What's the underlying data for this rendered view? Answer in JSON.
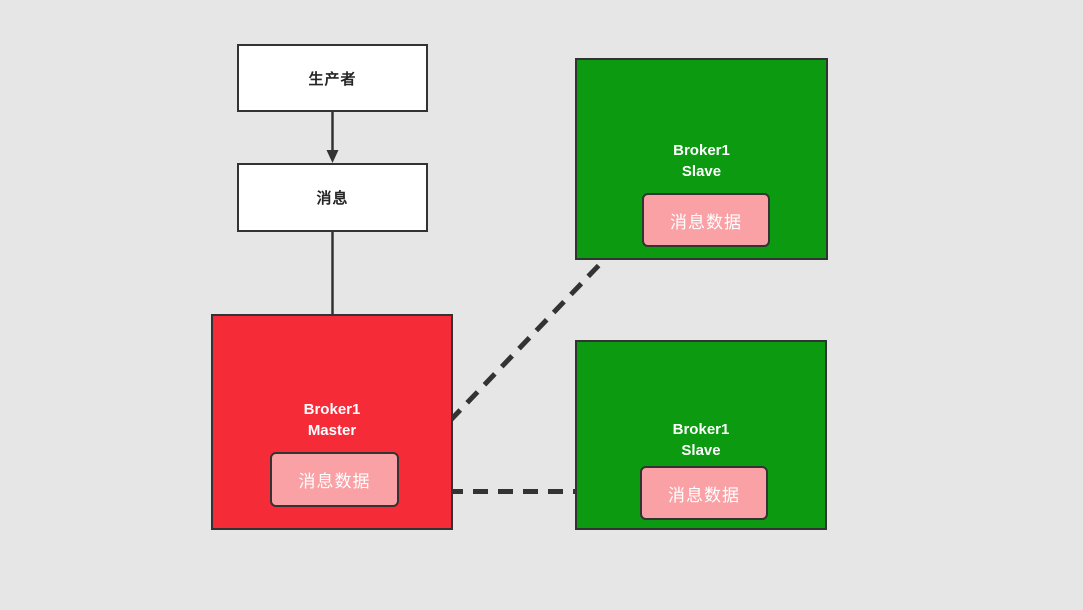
{
  "diagram": {
    "background_color": "#e6e6e6",
    "stroke_color": "#333333",
    "producer": {
      "label": "生产者",
      "fill": "#ffffff"
    },
    "message": {
      "label": "消息",
      "fill": "#ffffff"
    },
    "master": {
      "title1": "Broker1",
      "title2": "Master",
      "fill": "#f52b38",
      "data_label": "消息数据"
    },
    "slave_top": {
      "title1": "Broker1",
      "title2": "Slave",
      "fill": "#0b9a10",
      "data_label": "消息数据"
    },
    "slave_bottom": {
      "title1": "Broker1",
      "title2": "Slave",
      "fill": "#0b9a10",
      "data_label": "消息数据"
    },
    "data_box": {
      "fill": "#f9a1a5",
      "text_color": "#ffffff"
    },
    "edges": [
      {
        "from": "producer",
        "to": "message",
        "style": "solid-arrow"
      },
      {
        "from": "message",
        "to": "master-data-box",
        "style": "solid-arrow"
      },
      {
        "from": "master-data-box",
        "to": "slave-top-data-box",
        "style": "dashed-arrow"
      },
      {
        "from": "master-data-box",
        "to": "slave-bottom-data-box",
        "style": "dashed-arrow"
      }
    ]
  }
}
